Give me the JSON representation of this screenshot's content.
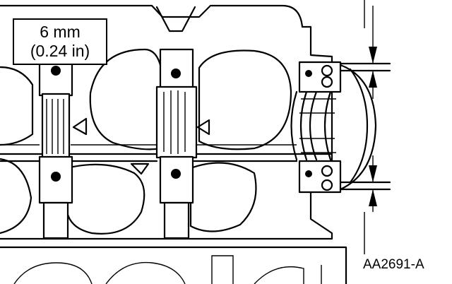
{
  "callout": {
    "metric": "6 mm",
    "imperial": "(0.24 in)"
  },
  "figure_id": "AA2691-A",
  "colors": {
    "ink": "#000000",
    "paper": "#ffffff"
  }
}
